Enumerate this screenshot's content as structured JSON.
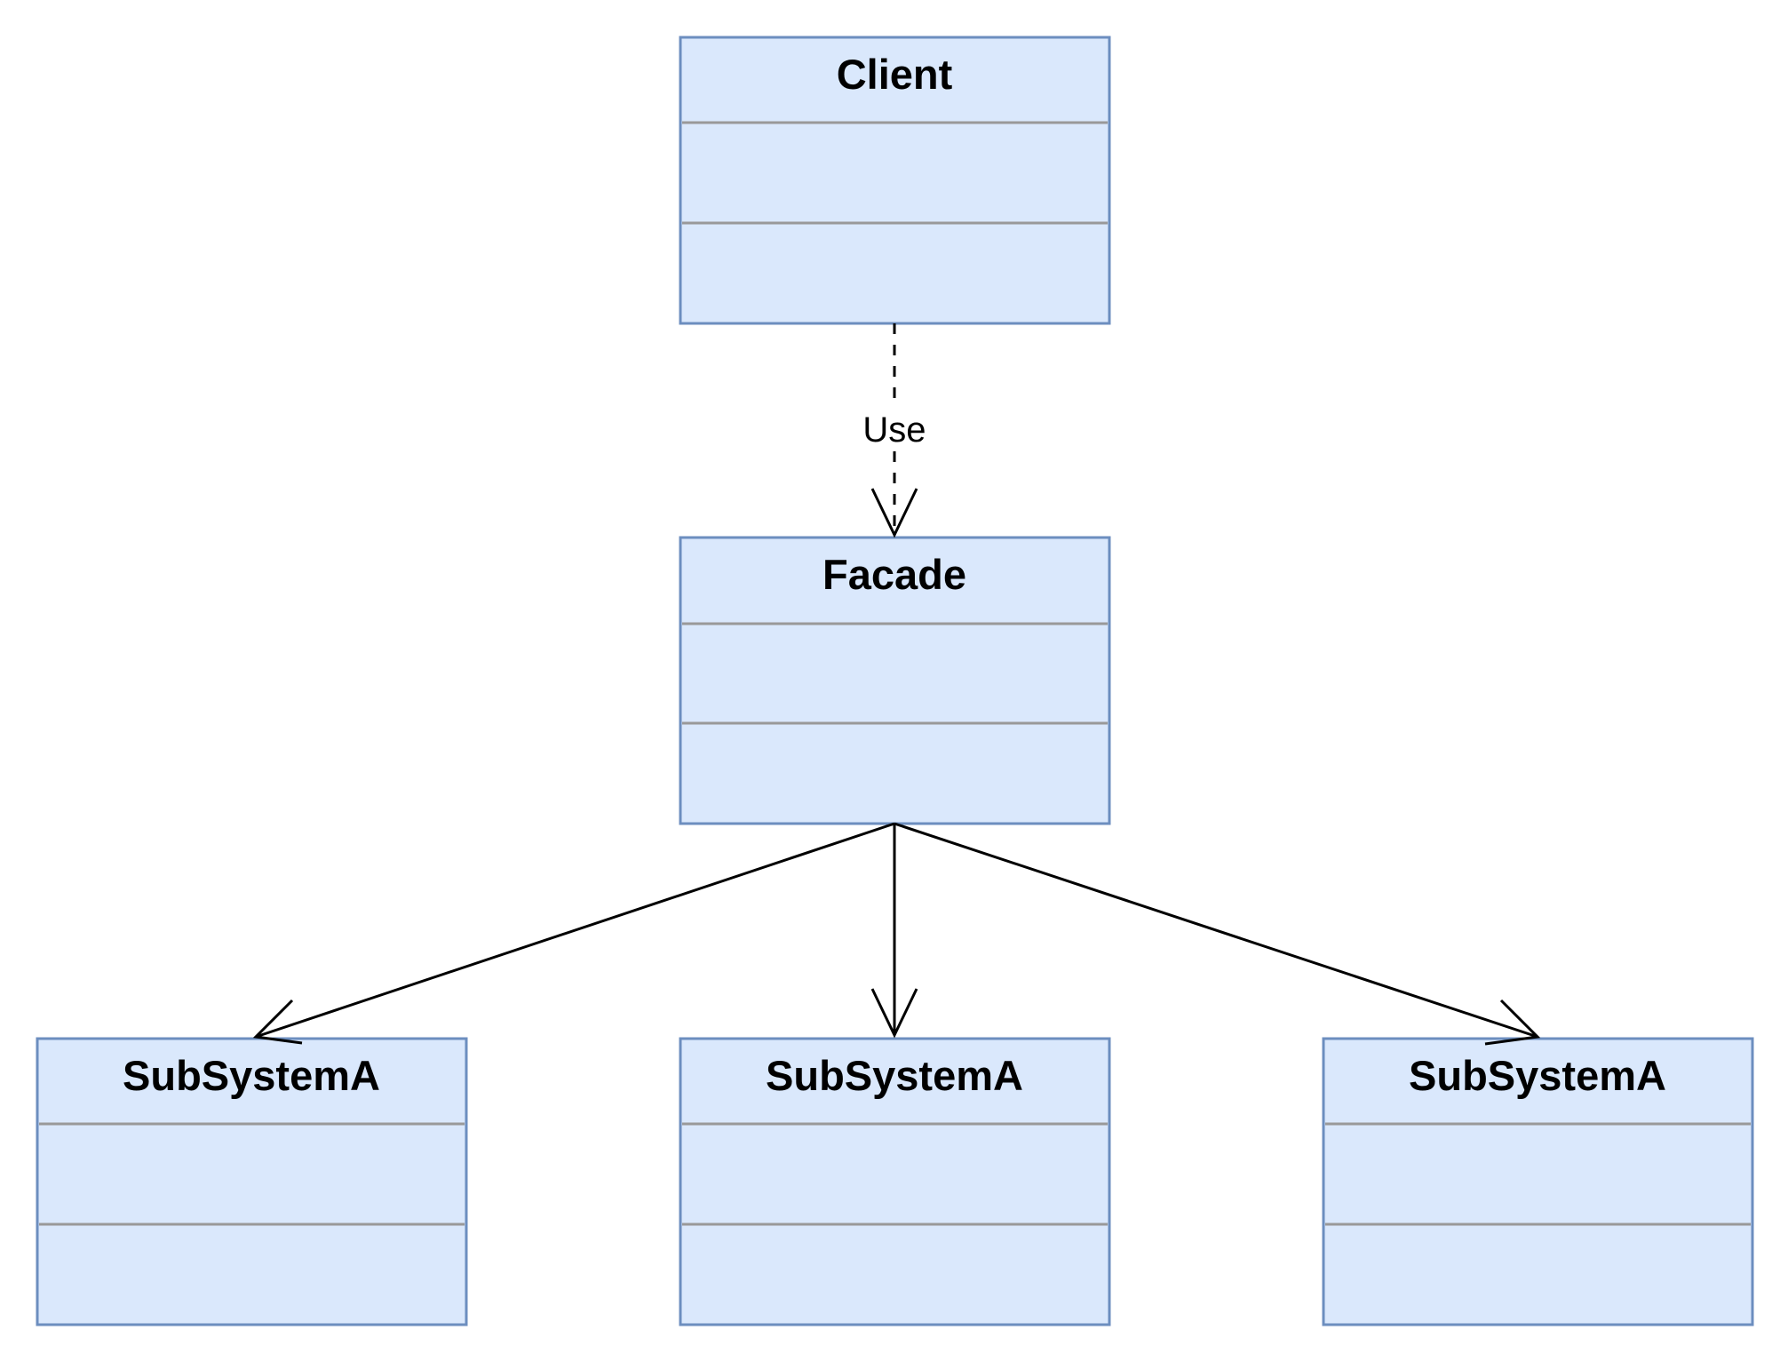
{
  "classes": [
    {
      "name": "Client"
    },
    {
      "name": "Facade"
    },
    {
      "name": "SubSystemA"
    },
    {
      "name": "SubSystemA"
    },
    {
      "name": "SubSystemA"
    }
  ],
  "relations": [
    {
      "from": "Client",
      "to": "Facade",
      "kind": "dependency",
      "label": "Use"
    },
    {
      "from": "Facade",
      "to": "SubSystemA (left)",
      "kind": "association"
    },
    {
      "from": "Facade",
      "to": "SubSystemA (center)",
      "kind": "association"
    },
    {
      "from": "Facade",
      "to": "SubSystemA (right)",
      "kind": "association"
    }
  ],
  "colors": {
    "class_fill": "#dae8fc",
    "class_border": "#6c8ebf",
    "divider": "#999999",
    "edge": "#000000"
  }
}
